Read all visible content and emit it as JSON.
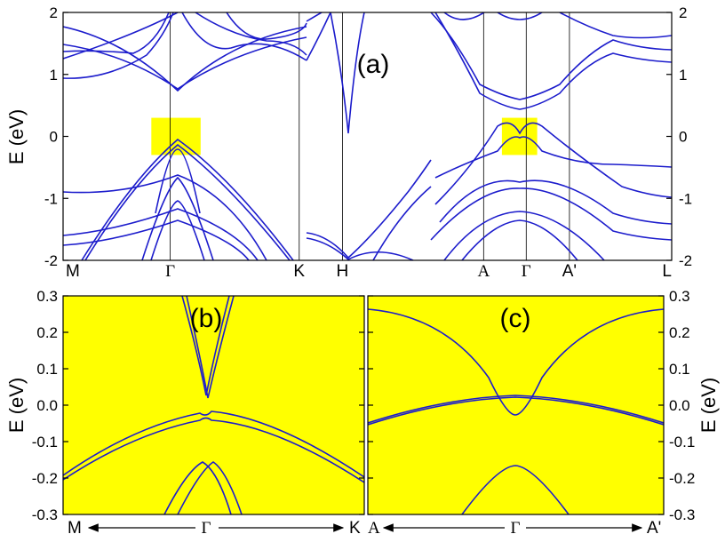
{
  "chart_data": [
    {
      "id": "a",
      "type": "line",
      "panel_label": "(a)",
      "ylabel": "E (eV)",
      "ylim": [
        -2,
        2
      ],
      "yticks": [
        "2",
        "1",
        "0",
        "-1",
        "-2"
      ],
      "kpoints": [
        {
          "label": "M",
          "k": 0.0
        },
        {
          "label": "Γ",
          "k": 0.176
        },
        {
          "label": "K",
          "k": 0.388
        },
        {
          "label": "H",
          "k": 0.459
        },
        {
          "label": "A",
          "k": 0.691
        },
        {
          "label": "Γ",
          "k": 0.761
        },
        {
          "label": "A'",
          "k": 0.832
        },
        {
          "label": "L",
          "k": 1.0
        }
      ],
      "highlight": [
        {
          "k": [
            0.145,
            0.226
          ],
          "E": [
            -0.3,
            0.3
          ],
          "color": "#ffff00"
        },
        {
          "k": [
            0.721,
            0.779
          ],
          "E": [
            -0.3,
            0.3
          ],
          "color": "#ffff00"
        }
      ],
      "band_color": "#1c1ccc"
    },
    {
      "id": "b",
      "type": "line",
      "panel_label": "(b)",
      "ylabel": "E (eV)",
      "ylim": [
        -0.3,
        0.3
      ],
      "yticks": [
        "0.3",
        "0.2",
        "0.1",
        "0.0",
        "-0.1",
        "-0.2",
        "-0.3"
      ],
      "x_left": "M",
      "x_center": "Γ",
      "x_right": "K",
      "background": "#ffff00",
      "band_color": "#1c1ccc"
    },
    {
      "id": "c",
      "type": "line",
      "panel_label": "(c)",
      "ylabel": "E (eV)",
      "ylim": [
        -0.3,
        0.3
      ],
      "yticks": [
        "0.3",
        "0.2",
        "0.1",
        "0.0",
        "-0.1",
        "-0.2",
        "-0.3"
      ],
      "x_left": "A",
      "x_center": "Γ",
      "x_right": "A'",
      "background": "#ffff00",
      "band_color": "#1c1ccc"
    }
  ]
}
